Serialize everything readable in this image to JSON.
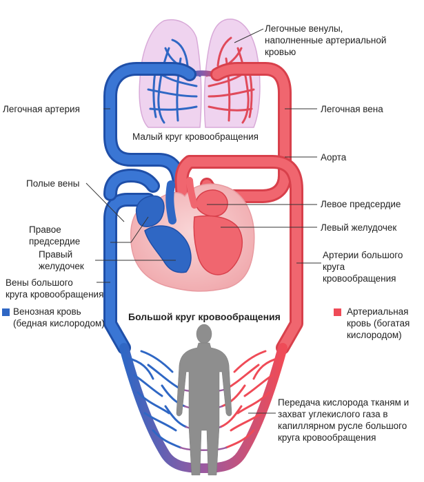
{
  "colors": {
    "venous": "#2f67c4",
    "venous_dark": "#1f4fa8",
    "arterial": "#ef4b57",
    "arterial_light": "#f7a1a5",
    "lung_fill": "#efd3ef",
    "heart_shell": "#f6c6c8",
    "human": "#8e8e8e"
  },
  "labels": {
    "pulmonary_venules": "Легочные венулы,\nнаполненные артериальной\nкровью",
    "pulmonary_artery": "Легочная артерия",
    "pulmonary_vein": "Легочная вена",
    "small_circle": "Малый круг кровообращения",
    "aorta": "Аорта",
    "vena_cava": "Полые вены",
    "left_atrium": "Левое предсердие",
    "right_atrium": "Правое\nпредсердие",
    "left_ventricle": "Левый желудочек",
    "right_ventricle": "Правый\nжелудочек",
    "systemic_arteries": "Артерии большого\nкруга\nкровообращения",
    "systemic_veins": "Вены большого\nкруга кровообращения",
    "large_circle": "Большой круг кровообращения",
    "capillary_exchange": "Передача кислорода тканям и\nзахват углекислого газа в\nкапиллярном русле большого\nкруга кровообращения"
  },
  "legend": {
    "venous": "Венозная кровь\n(бедная кислородом)",
    "arterial": "Артериальная\nкровь (богатая\nкислородом)"
  }
}
